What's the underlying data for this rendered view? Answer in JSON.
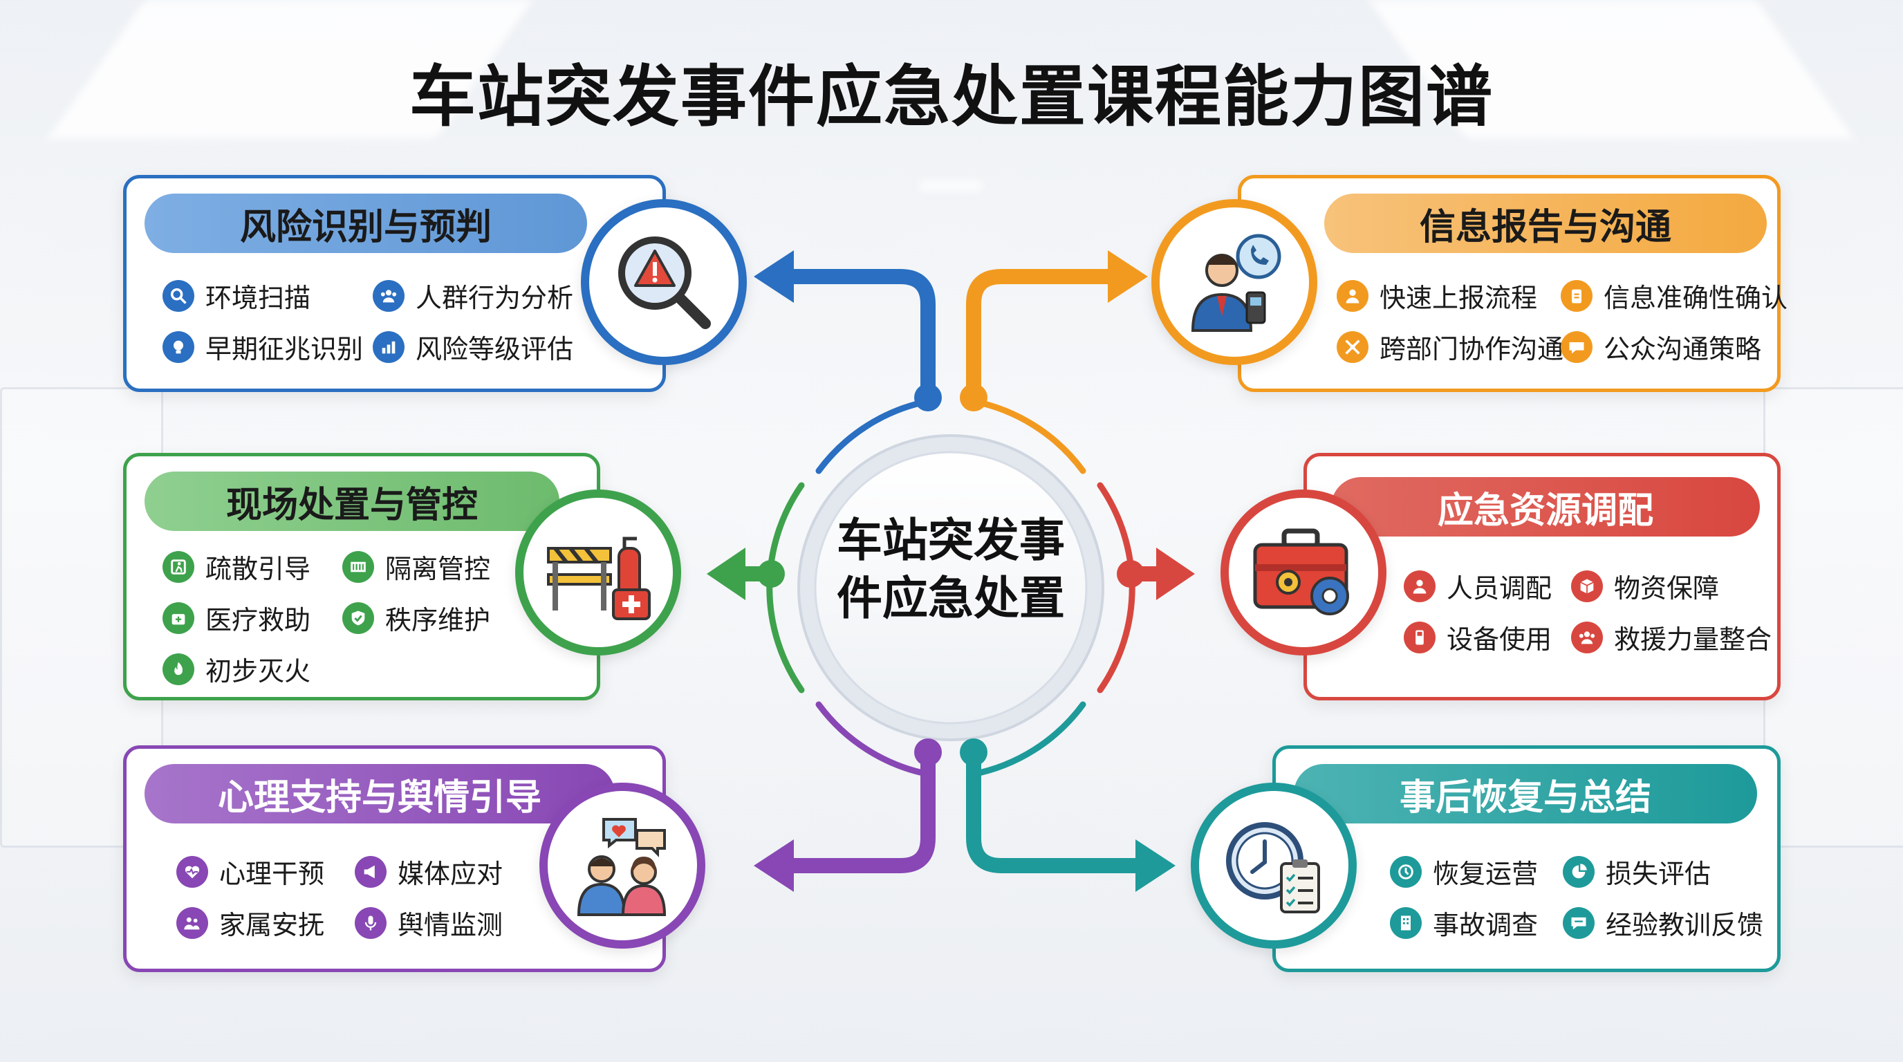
{
  "title": "车站突发事件应急处置课程能力图谱",
  "center": {
    "line1": "车站突发事",
    "line2": "件应急处置"
  },
  "colors": {
    "blue": "#2a6fc1",
    "orange": "#f29a1f",
    "green": "#3ea24c",
    "red": "#d8473f",
    "purple": "#8847b4",
    "teal": "#1e9a9a"
  },
  "cards": {
    "risk": {
      "title": "风险识别与预判",
      "items": [
        {
          "label": "环境扫描",
          "icon": "search-icon"
        },
        {
          "label": "人群行为分析",
          "icon": "group-icon"
        },
        {
          "label": "早期征兆识别",
          "icon": "bulb-icon"
        },
        {
          "label": "风险等级评估",
          "icon": "chart-icon"
        }
      ]
    },
    "info": {
      "title": "信息报告与沟通",
      "items": [
        {
          "label": "快速上报流程",
          "icon": "user-icon"
        },
        {
          "label": "信息准确性确认",
          "icon": "clipboard-icon"
        },
        {
          "label": "跨部门协作沟通",
          "icon": "network-icon"
        },
        {
          "label": "公众沟通策略",
          "icon": "chat-icon"
        }
      ]
    },
    "site": {
      "title": "现场处置与管控",
      "items": [
        {
          "label": "疏散引导",
          "icon": "exit-icon"
        },
        {
          "label": "隔离管控",
          "icon": "barrier-icon"
        },
        {
          "label": "医疗救助",
          "icon": "medkit-icon"
        },
        {
          "label": "秩序维护",
          "icon": "shield-icon"
        },
        {
          "label": "初步灭火",
          "icon": "fire-icon"
        }
      ]
    },
    "resource": {
      "title": "应急资源调配",
      "items": [
        {
          "label": "人员调配",
          "icon": "person-icon"
        },
        {
          "label": "物资保障",
          "icon": "box-icon"
        },
        {
          "label": "设备使用",
          "icon": "device-icon"
        },
        {
          "label": "救援力量整合",
          "icon": "team-icon"
        }
      ]
    },
    "psych": {
      "title": "心理支持与舆情引导",
      "items": [
        {
          "label": "心理干预",
          "icon": "heartbeat-icon"
        },
        {
          "label": "媒体应对",
          "icon": "megaphone-icon"
        },
        {
          "label": "家属安抚",
          "icon": "family-icon"
        },
        {
          "label": "舆情监测",
          "icon": "mic-icon"
        }
      ]
    },
    "recovery": {
      "title": "事后恢复与总结",
      "items": [
        {
          "label": "恢复运营",
          "icon": "history-icon"
        },
        {
          "label": "损失评估",
          "icon": "pie-icon"
        },
        {
          "label": "事故调查",
          "icon": "building-icon"
        },
        {
          "label": "经验教训反馈",
          "icon": "feedback-icon"
        }
      ]
    }
  }
}
